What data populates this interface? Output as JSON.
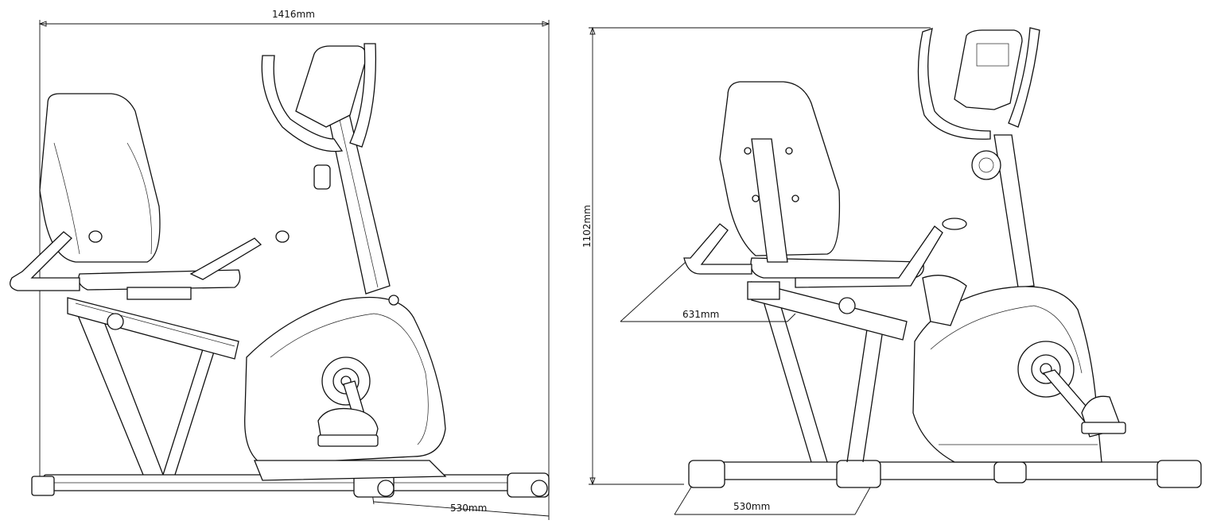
{
  "title": "Recumbent exercise bike dimension drawing",
  "views": {
    "side": {
      "length_label": "1416mm",
      "base_width_label": "530mm"
    },
    "front_angle": {
      "height_label": "1102mm",
      "seat_depth_label": "631mm",
      "base_width_label": "530mm"
    }
  },
  "colors": {
    "line": "#111111",
    "background": "#ffffff"
  }
}
